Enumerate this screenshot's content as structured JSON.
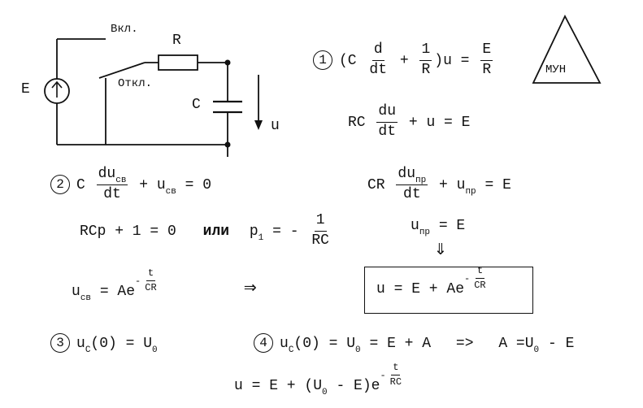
{
  "circuit": {
    "source_label": "E",
    "switch_on": "Вкл.",
    "switch_off": "Откл.",
    "resistor_label": "R",
    "capacitor_label": "C",
    "voltage_label": "u"
  },
  "badge": {
    "text": "МУН"
  },
  "step1": {
    "num": "1",
    "eq1_open": "(C",
    "eq1_frac1_num": "d",
    "eq1_frac1_den": "dt",
    "eq1_plus": "+",
    "eq1_frac2_num": "1",
    "eq1_frac2_den": "R",
    "eq1_close": ")u =",
    "eq1_frac3_num": "E",
    "eq1_frac3_den": "R",
    "eq2_left": "RC",
    "eq2_frac_num": "du",
    "eq2_frac_den": "dt",
    "eq2_right": "+ u = E"
  },
  "step2": {
    "num": "2",
    "left_c": "C",
    "left_frac_num": "du",
    "left_frac_num_sub": "св",
    "left_frac_den": "dt",
    "left_rest": "+ u",
    "left_rest_sub": "св",
    "left_eq": "= 0",
    "right_cr": "CR",
    "right_frac_num": "du",
    "right_frac_num_sub": "пр",
    "right_frac_den": "dt",
    "right_rest": "+ u",
    "right_rest_sub": "пр",
    "right_eq": "= E",
    "char_eq": "RCp + 1 = 0",
    "or_word": "или",
    "p1": "p",
    "p1_sub": "1",
    "p1_eq": "= -",
    "p1_frac_num": "1",
    "p1_frac_den": "RC",
    "upr": "u",
    "upr_sub": "пр",
    "upr_eq": "= E",
    "ucb": "u",
    "ucb_sub": "св",
    "ucb_eq": "= Ae",
    "ucb_exp_num": "t",
    "ucb_exp_den": "CR",
    "ucb_exp_sign": "-",
    "implies": "⇒",
    "down_arrow": "⇓",
    "boxed_left": "u = E + Ae",
    "boxed_exp_num": "t",
    "boxed_exp_den": "CR",
    "boxed_exp_sign": "-"
  },
  "step3": {
    "num": "3",
    "lhs": "u",
    "lhs_sub": "C",
    "rest": "(0) = U",
    "rest_sub": "0"
  },
  "step4": {
    "num": "4",
    "lhs": "u",
    "lhs_sub": "C",
    "mid": "(0) = U",
    "mid_sub": "0",
    "tail": "= E + A",
    "arrow": "=>",
    "a_eq": "A =U",
    "a_eq_sub": "0",
    "a_tail": "- E"
  },
  "final": {
    "text": "u = E + (U",
    "sub": "0",
    "text2": "- E)e",
    "exp_num": "t",
    "exp_den": "RC",
    "exp_sign": "-"
  }
}
